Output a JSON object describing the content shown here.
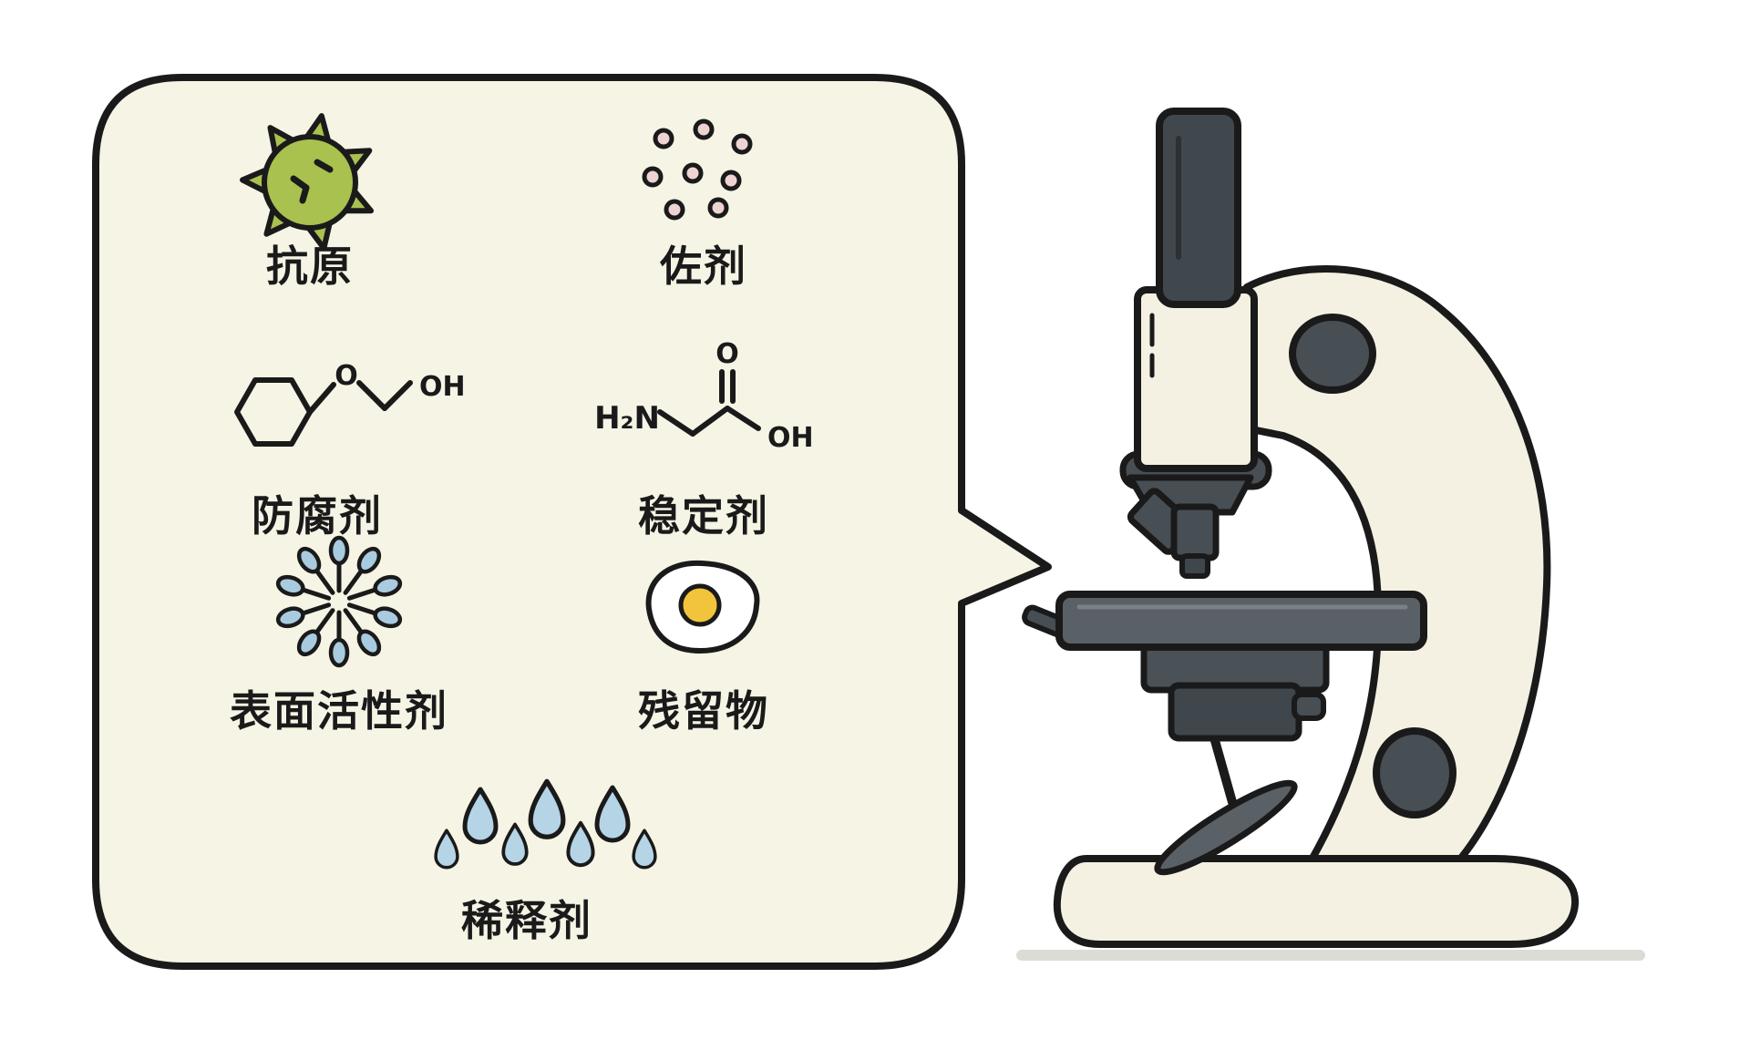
{
  "illustration": {
    "title": "vaccine-components-under-microscope",
    "bubble_items": [
      {
        "label": "抗原",
        "icon": "virus-icon"
      },
      {
        "label": "佐剂",
        "icon": "adjuvant-particles-icon"
      },
      {
        "label": "防腐剂",
        "icon": "preservative-structure-icon"
      },
      {
        "label": "稳定剂",
        "icon": "stabilizer-structure-icon"
      },
      {
        "label": "表面活性剂",
        "icon": "surfactant-micelle-icon"
      },
      {
        "label": "残留物",
        "icon": "egg-residue-icon"
      },
      {
        "label": "稀释剂",
        "icon": "water-drops-icon"
      }
    ],
    "chem_labels": {
      "preservative_o": "O",
      "preservative_oh": "OH",
      "stabilizer_h2n": "H₂N",
      "stabilizer_o": "O",
      "stabilizer_oh": "OH"
    },
    "colors": {
      "outline": "#1a1a1a",
      "bubble_fill": "#f6f4e5",
      "virus_green": "#a9c14f",
      "adjuvant_pink": "#eed3d3",
      "micelle_blue": "#a9cbdf",
      "drop_blue": "#b5d4e6",
      "yolk_yellow": "#f2c43c",
      "microscope_cream": "#f4f1e3",
      "microscope_dark": "#474e54",
      "microscope_mid": "#596066",
      "shadow_gray": "#dcdcd6"
    }
  }
}
